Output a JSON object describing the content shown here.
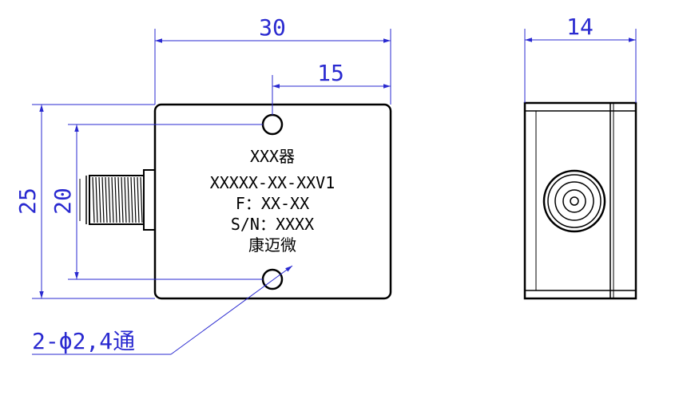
{
  "dimensions": {
    "width_total": "30",
    "hole_offset": "15",
    "height_total": "25",
    "hole_spacing": "20",
    "side_width": "14",
    "hole_note": "2-ϕ2,4通"
  },
  "label": {
    "line1": "XXX器",
    "line2": "XXXXX-XX-XXV1",
    "line3": "F：XX-XX",
    "line4": "S/N：XXXX",
    "line5": "康迈微"
  },
  "colors": {
    "dimension": "#2a2ad0",
    "outline": "#000000"
  }
}
